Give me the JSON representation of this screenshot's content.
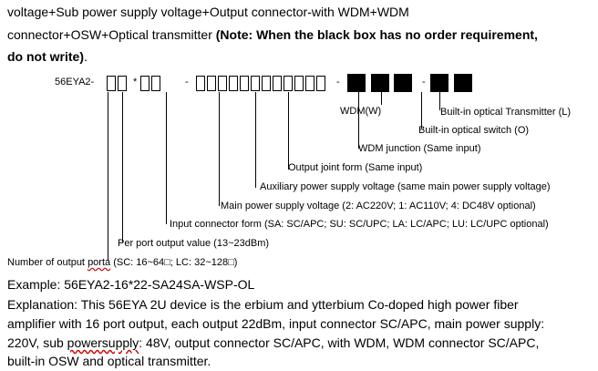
{
  "intro": {
    "line1": "voltage+Sub power supply voltage+Output connector-with WDM+WDM",
    "line2_plain": "connector+OSW+Optical transmitter ",
    "line2_bold": "(Note: When the black box has no order requirement,",
    "line3_bold": "do not write)",
    "line3_tail": "."
  },
  "code": {
    "prefix": "56EYA2-",
    "sep_star": "*",
    "sep_dash1": "-",
    "sep_dash2": "-",
    "sep_dash3": "-"
  },
  "labels": {
    "wdm": "WDM(W)",
    "tx": "Built-in optical Transmitter (L)",
    "osw": "Built-in optical switch (O)",
    "wdm_junction": "WDM junction (Same input)",
    "output_joint": "Output joint form (Same input)",
    "aux_power": "Auxiliary power supply voltage (same main power supply voltage)",
    "main_power": "Main power supply voltage (2: AC220V; 1: AC110V; 4: DC48V optional)",
    "input_connector": "Input connector form (SA: SC/APC; SU: SC/UPC; LA: LC/APC; LU: LC/UPC optional)",
    "per_port_prefix": "Per port output value (13~23dBm",
    "per_port_suffix": ")",
    "num_ports_prefix": "Number of output ",
    "num_ports_porta": "porta",
    "num_ports_suffix": " (SC: 16~64□; LC: 32~128□)"
  },
  "example": "Example: 56EYA2-16*22-SA24SA-WSP-OL",
  "explanation": {
    "line1": "Explanation: This 56EYA 2U device is the erbium and ytterbium Co-doped high power fiber",
    "line2": "amplifier with 16 port output, each output 22dBm, input connector SC/APC, main power supply:",
    "line3_a": "220V, sub ",
    "line3_b": "powersupply",
    "line3_c": ": 48V, output connector SC/APC, with WDM, WDM connector SC/APC,",
    "line4": "built-in OSW and optical transmitter."
  }
}
